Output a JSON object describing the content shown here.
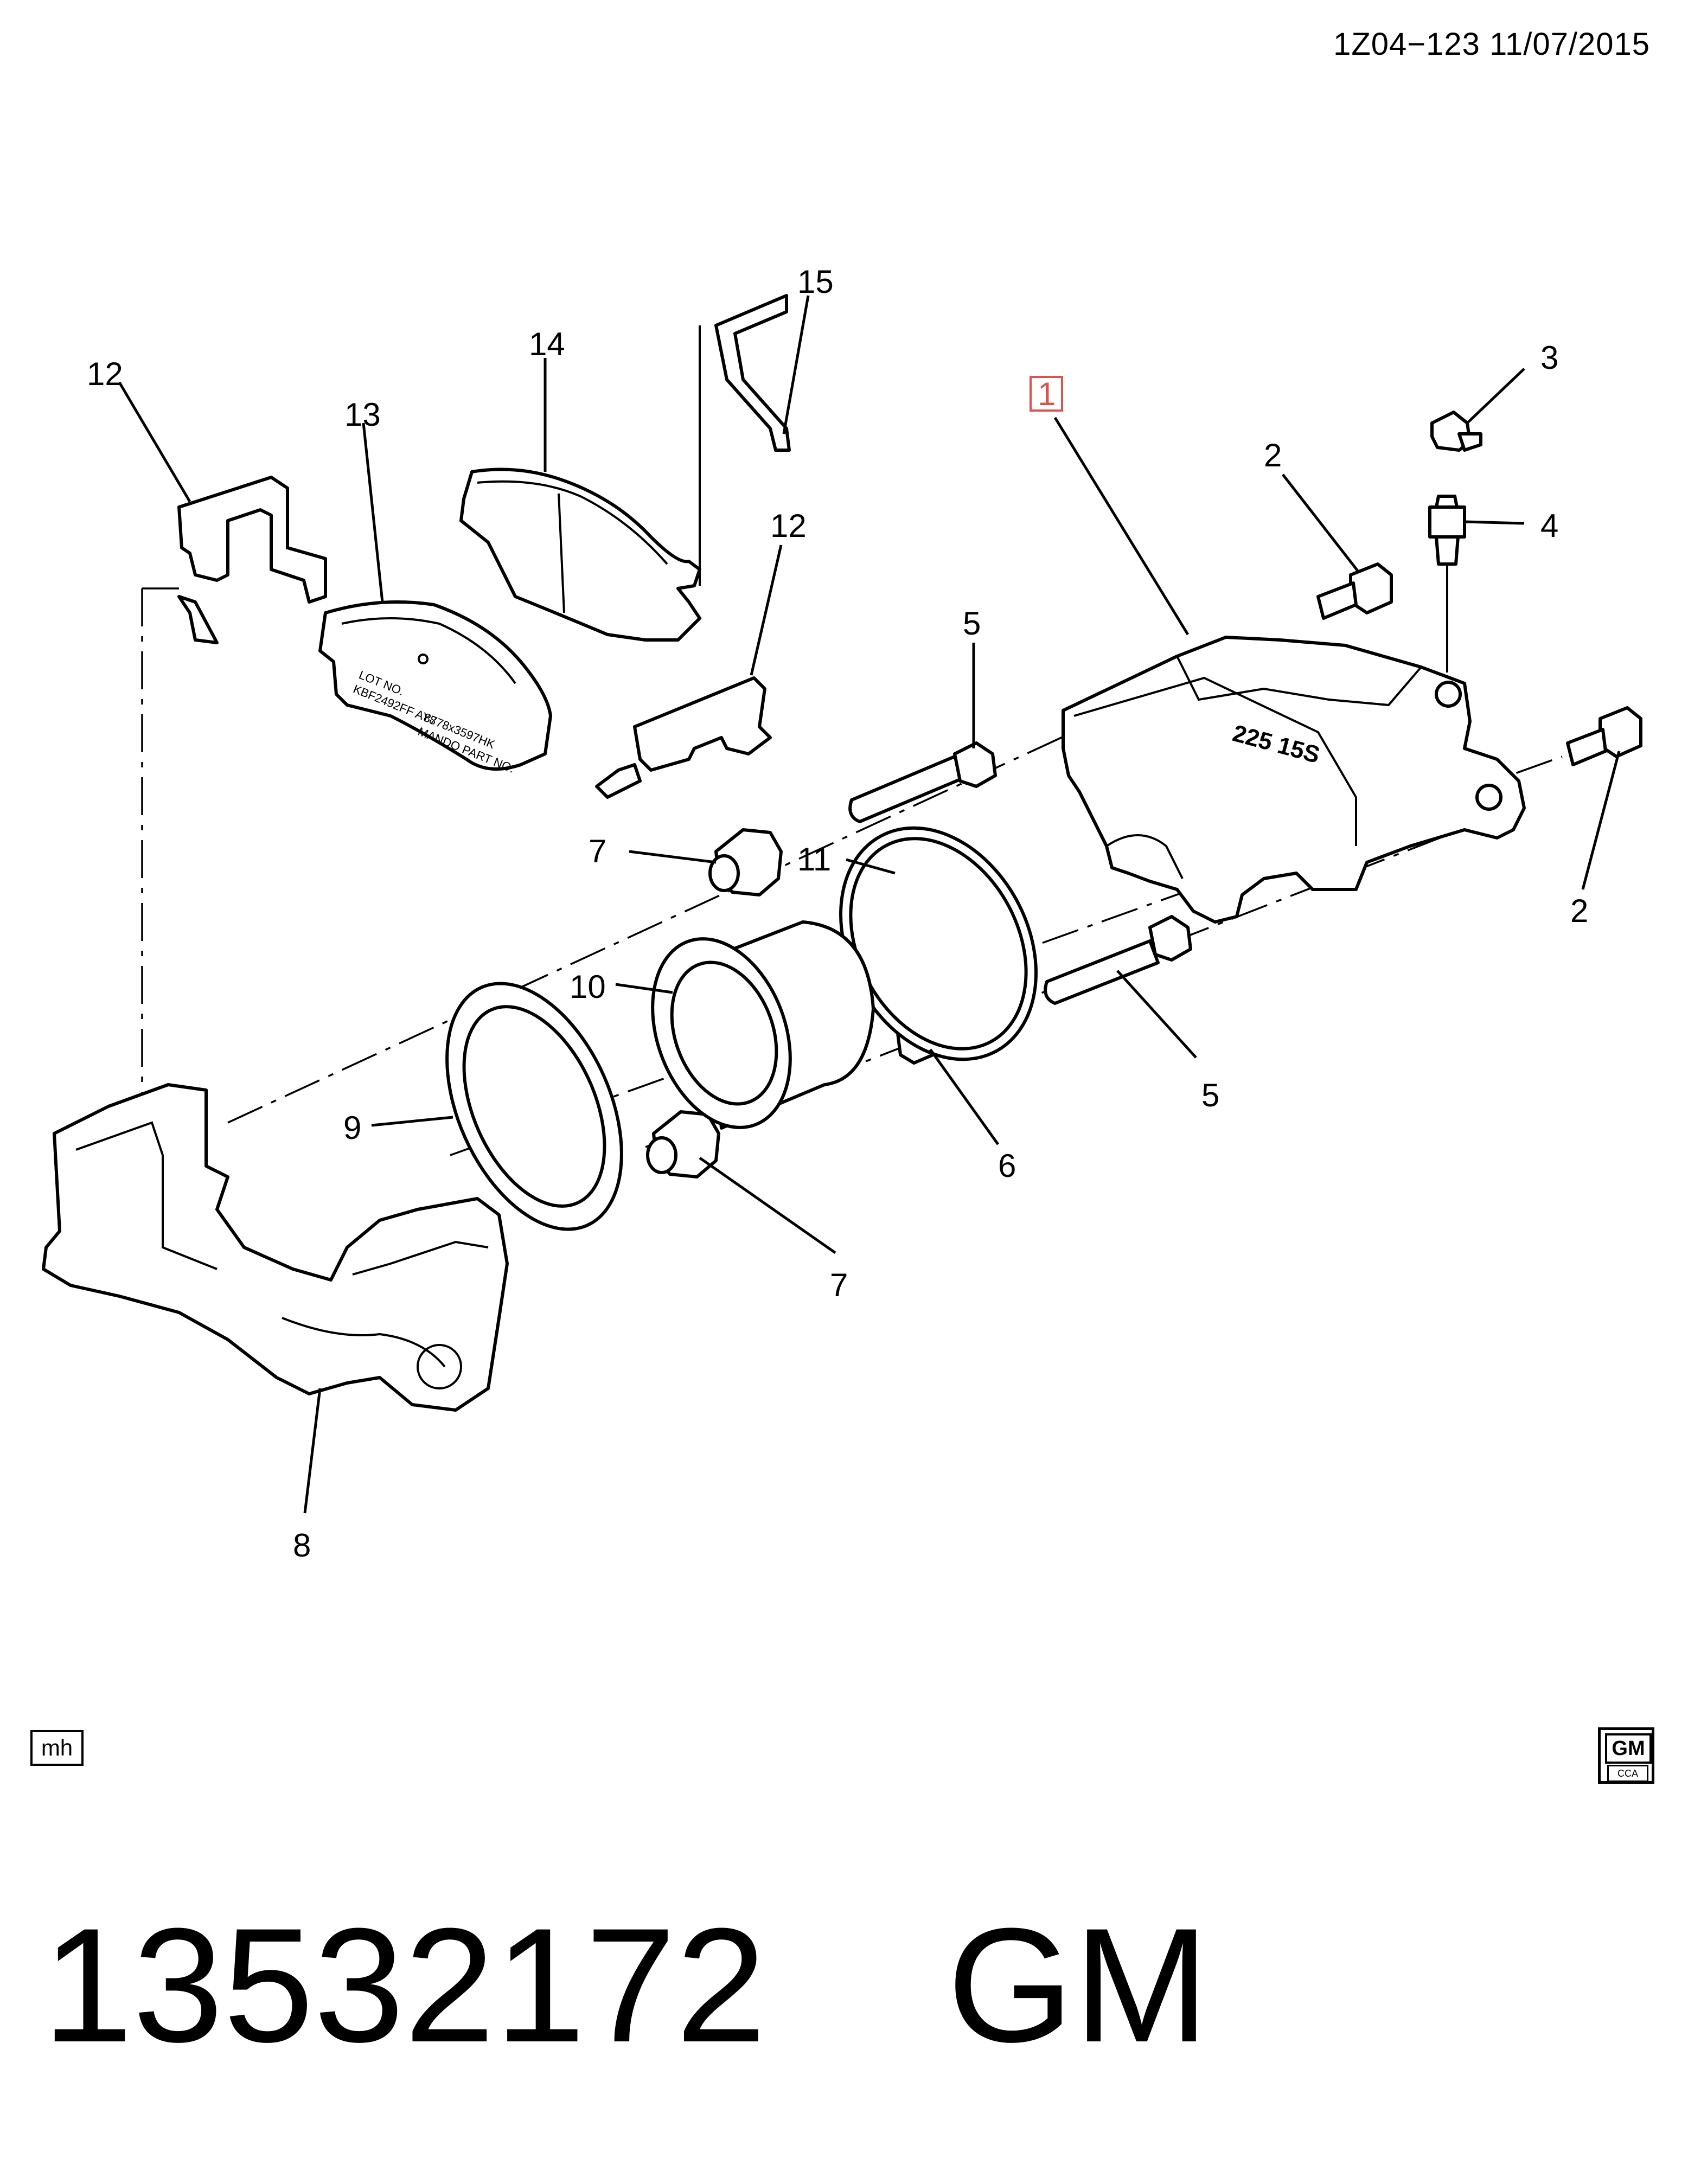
{
  "header": {
    "ref_code": "1Z04−123  11/07/2015"
  },
  "footer": {
    "part_number": "13532172    GM",
    "mh_badge": "mh"
  },
  "logo": {
    "text": "GM",
    "sub": "CCA"
  },
  "callouts": {
    "c1": "1",
    "c2a": "2",
    "c2b": "2",
    "c3": "3",
    "c4": "4",
    "c5a": "5",
    "c5b": "5",
    "c6": "6",
    "c7a": "7",
    "c7b": "7",
    "c8": "8",
    "c9": "9",
    "c10": "10",
    "c11": "11",
    "c12a": "12",
    "c12b": "12",
    "c13": "13",
    "c14": "14",
    "c15": "15"
  },
  "pad_label": {
    "lot": "LOT NO.",
    "code": "KBF2492FF AY8",
    "spec": "8778x3597HK",
    "maker": "MANDO PART NO."
  },
  "caliper_marks": {
    "size": "225   15S"
  },
  "colors": {
    "highlight": "#d9534f"
  }
}
